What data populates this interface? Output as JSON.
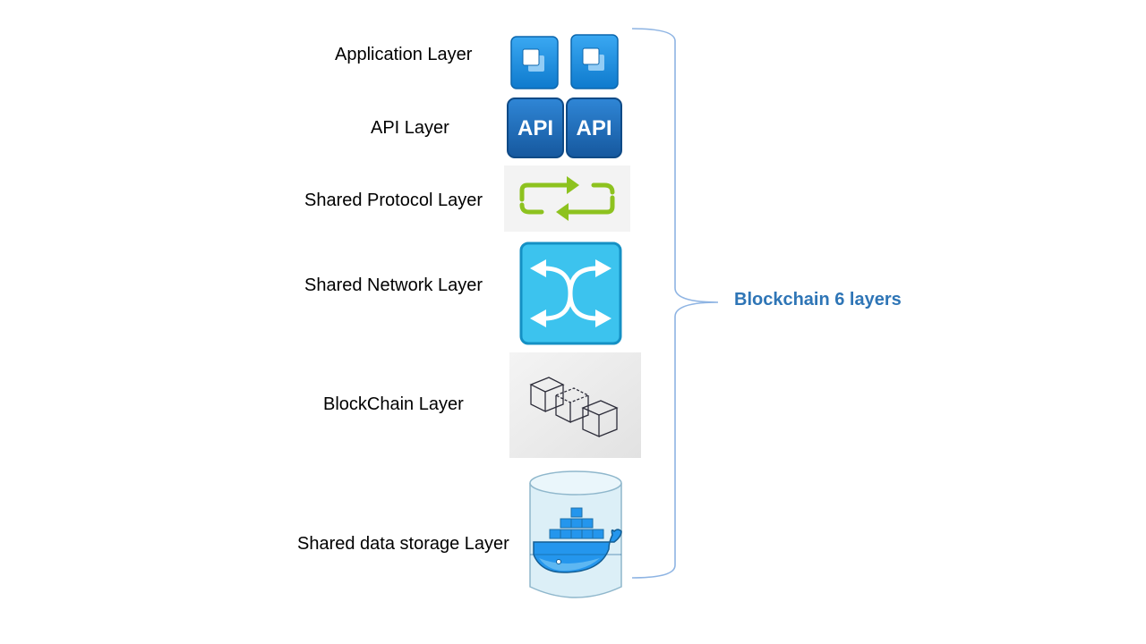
{
  "diagram": {
    "layers": [
      {
        "label": "Application Layer",
        "icon": "app-window-icon"
      },
      {
        "label": "API Layer",
        "icon": "api-icon",
        "icon_text": "API"
      },
      {
        "label": "Shared Protocol Layer",
        "icon": "protocol-exchange-arrows-icon"
      },
      {
        "label": "Shared Network Layer",
        "icon": "network-switch-icon"
      },
      {
        "label": "BlockChain Layer",
        "icon": "blockchain-cubes-icon"
      },
      {
        "label": "Shared data storage Layer",
        "icon": "docker-data-storage-icon"
      }
    ],
    "group_label": "Blockchain 6 layers",
    "colors": {
      "group_label": "#2E75B6",
      "brace": "#8EB4E3",
      "app_icon": "#1A8FE0",
      "api_icon": "#1F6FBF",
      "protocol_arrows": "#8DC21F",
      "network_icon": "#3CC3EE",
      "docker_blue": "#2496ED"
    }
  }
}
